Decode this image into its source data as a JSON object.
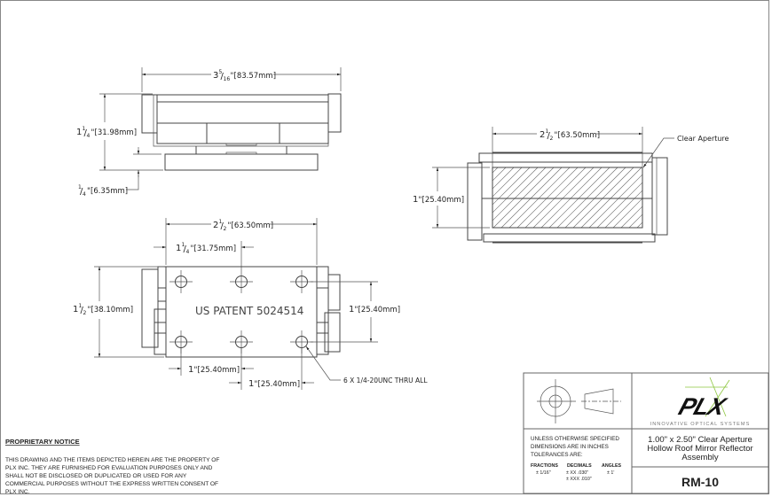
{
  "dimensions": {
    "top_width": {
      "whole": "3",
      "num": "5",
      "den": "16",
      "mm": "83.57mm"
    },
    "top_height": {
      "whole": "1",
      "num": "1",
      "den": "4",
      "mm": "31.98mm"
    },
    "base_thickness": {
      "whole": "",
      "num": "1",
      "den": "4",
      "mm": "6.35mm"
    },
    "bottom_width": {
      "whole": "2",
      "num": "1",
      "den": "2",
      "mm": "63.50mm"
    },
    "hole_offset": {
      "whole": "1",
      "num": "1",
      "den": "4",
      "mm": "31.75mm"
    },
    "bottom_height": {
      "whole": "1",
      "num": "1",
      "den": "2",
      "mm": "38.10mm"
    },
    "hole_vertical_spacing": {
      "whole": "1",
      "num": "",
      "den": "",
      "mm": "25.40mm"
    },
    "hole_spacing_1": {
      "whole": "1",
      "num": "",
      "den": "",
      "mm": "25.40mm"
    },
    "hole_spacing_2": {
      "whole": "1",
      "num": "",
      "den": "",
      "mm": "25.40mm"
    },
    "side_width": {
      "whole": "2",
      "num": "1",
      "den": "2",
      "mm": "63.50mm"
    },
    "side_height": {
      "whole": "1",
      "num": "",
      "den": "",
      "mm": "25.40mm"
    }
  },
  "labels": {
    "patent": "US PATENT 5024514",
    "holes_callout": "6 X 1/4-20UNC THRU ALL",
    "clear_aperture": "Clear Aperture"
  },
  "notice": {
    "title": "PROPRIETARY NOTICE",
    "lines": [
      "THIS DRAWING AND THE ITEMS DEPICTED HEREIN ARE THE PROPERTY OF",
      "PLX INC. THEY ARE FURNISHED FOR EVALUATION PURPOSES ONLY AND",
      "SHALL NOT BE DISCLOSED OR DUPLICATED OR USED FOR ANY",
      "COMMERCIAL PURPOSES WITHOUT THE EXPRESS WRITTEN CONSENT OF",
      "PLX INC."
    ]
  },
  "title_block": {
    "logo_text": "PLX",
    "logo_tagline": "INNOVATIVE OPTICAL SYSTEMS",
    "tolerance_lines": [
      "UNLESS OTHERWISE SPECIFIED",
      "DIMENSIONS ARE IN INCHES",
      "TOLERANCES ARE:"
    ],
    "fractions_label": "FRACTIONS",
    "fractions_value": "± 1/16\"",
    "decimals_label": "DECIMALS",
    "decimals_values": [
      "± XX  .030\"",
      "± XXX .010\""
    ],
    "angles_label": "ANGLES",
    "angles_value": "± 1'",
    "description": [
      "1.00\" x 2.50\" Clear Aperture",
      "Hollow Roof Mirror Reflector",
      "Assembly"
    ],
    "part_number": "RM-10"
  },
  "colors": {
    "logo_accent": "#8dc63f",
    "logo_main": "#111111"
  }
}
